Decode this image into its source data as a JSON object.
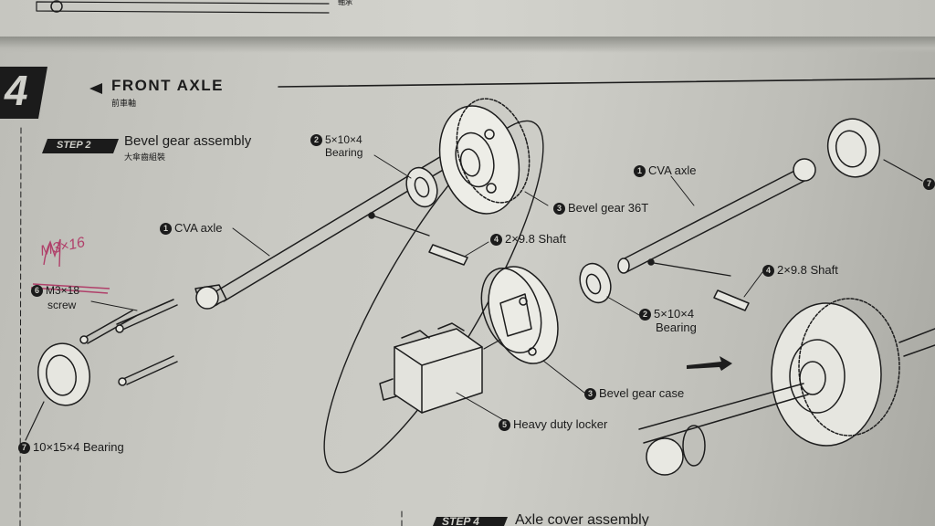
{
  "section": {
    "number": "4",
    "title": "FRONT AXLE",
    "subtitle": "前車軸"
  },
  "step2": {
    "badge": "STEP 2",
    "title": "Bevel gear assembly",
    "subtitle": "大傘齒組裝"
  },
  "step4": {
    "badge": "STEP 4",
    "title": "Axle cover assembly"
  },
  "top_remnant_text": "軸承",
  "handwriting": "M3×16",
  "parts": [
    {
      "num": "2",
      "line1": "5×10×4",
      "line2": "Bearing"
    },
    {
      "num": "1",
      "line1": "CVA axle"
    },
    {
      "num": "3",
      "line1": "Bevel gear 36T"
    },
    {
      "num": "4",
      "line1": "2×9.8 Shaft"
    },
    {
      "num": "6",
      "line1": "M3×18",
      "line2": "screw"
    },
    {
      "num": "7",
      "line1": "10×15×4 Bearing"
    },
    {
      "num": "1",
      "line1": "CVA axle"
    },
    {
      "num": "4",
      "line1": "2×9.8 Shaft"
    },
    {
      "num": "2",
      "line1": "5×10×4",
      "line2": "Bearing"
    },
    {
      "num": "3",
      "line1": "Bevel gear case"
    },
    {
      "num": "5",
      "line1": "Heavy duty locker"
    }
  ],
  "edge_marker_num": "7"
}
